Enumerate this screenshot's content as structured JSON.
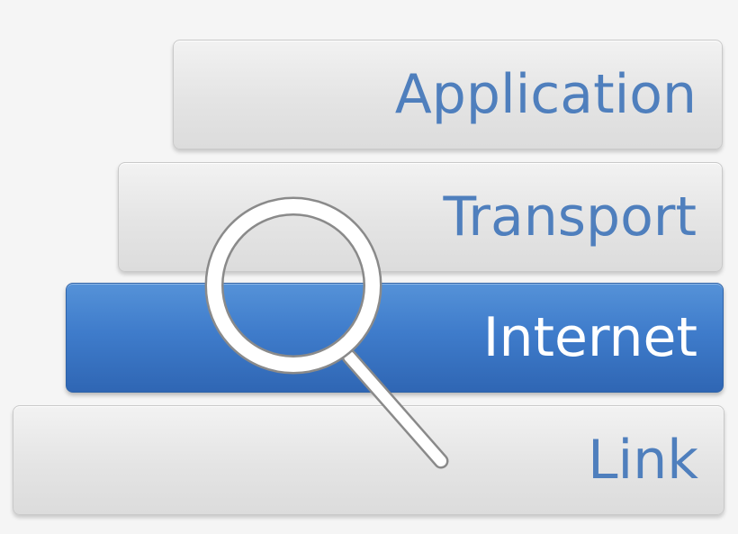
{
  "layers": [
    {
      "id": "application",
      "label": "Application",
      "highlighted": false
    },
    {
      "id": "transport",
      "label": "Transport",
      "highlighted": false
    },
    {
      "id": "internet",
      "label": "Internet",
      "highlighted": true
    },
    {
      "id": "link",
      "label": "Link",
      "highlighted": false
    }
  ],
  "colors": {
    "label": "#4f7fbd",
    "highlight_fill": "#3f7ccb",
    "highlight_label": "#ffffff",
    "layer_fill": "#e4e4e4",
    "background": "#f5f5f5"
  },
  "icons": {
    "magnifier": "magnifying-glass-icon"
  }
}
